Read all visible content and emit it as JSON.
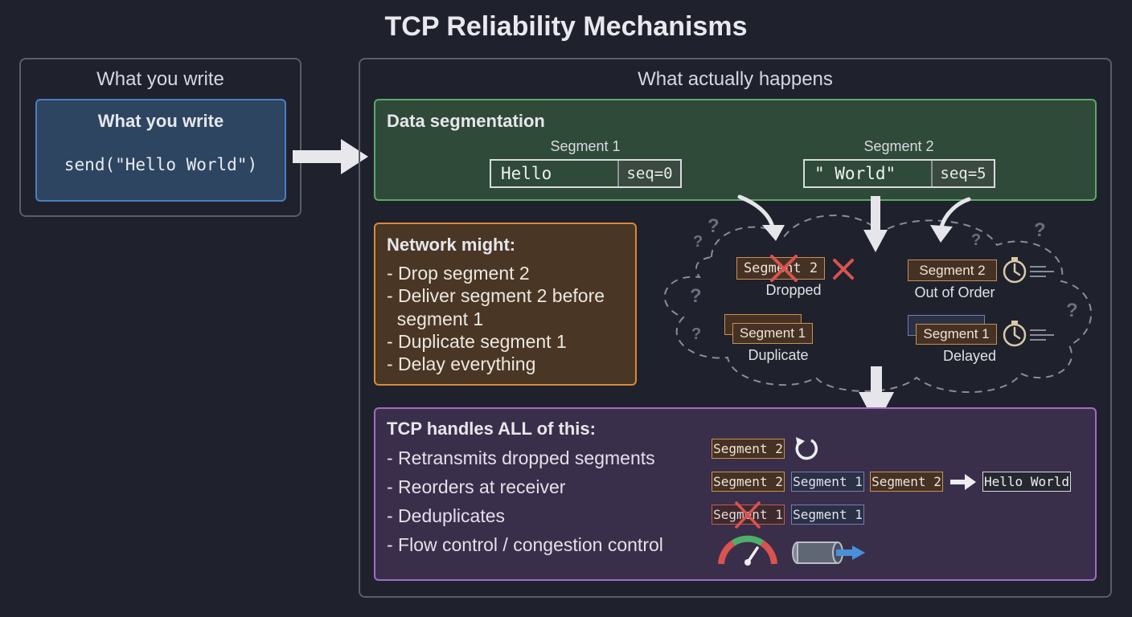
{
  "title": "TCP Reliability Mechanisms",
  "left_panel": {
    "heading": "What you write",
    "code_box": {
      "heading": "What you write",
      "code": "send(\"Hello World\")"
    }
  },
  "right_panel": {
    "heading": "What actually happens",
    "segmentation": {
      "heading": "Data segmentation",
      "segments": [
        {
          "label": "Segment 1",
          "data": "Hello",
          "seq": "seq=0"
        },
        {
          "label": "Segment 2",
          "data": "\" World\"",
          "seq": "seq=5"
        }
      ]
    },
    "network": {
      "heading": "Network might:",
      "items": [
        "- Drop segment 2",
        "- Deliver segment 2 before\n  segment 1",
        "- Duplicate segment 1",
        "- Delay everything"
      ]
    },
    "cloud": {
      "dropped": {
        "chip": "Segment 2",
        "caption": "Dropped"
      },
      "out_of_order": {
        "chip": "Segment 2",
        "caption": "Out of Order"
      },
      "duplicate": {
        "chip": "Segment 1",
        "caption": "Duplicate"
      },
      "delayed": {
        "chip": "Segment 1",
        "caption": "Delayed"
      },
      "question_mark": "?"
    },
    "tcp": {
      "heading": "TCP handles ALL of this:",
      "items": [
        "- Retransmits dropped segments",
        "- Reorders at receiver",
        "- Deduplicates",
        "- Flow control / congestion control"
      ],
      "retransmit_chip": "Segment 2",
      "reorder_chips": [
        "Segment 2",
        "Segment 1",
        "Segment 2"
      ],
      "reorder_result": "Hello World",
      "dedupe_chips": [
        "Segment 1",
        "Segment 1"
      ]
    }
  },
  "colors": {
    "background": "#1f212c",
    "code_box": "#4a7fc0",
    "segmentation": "#5aa86a",
    "network": "#d9893a",
    "tcp": "#a46ac4",
    "drop_x": "#d9534f"
  }
}
